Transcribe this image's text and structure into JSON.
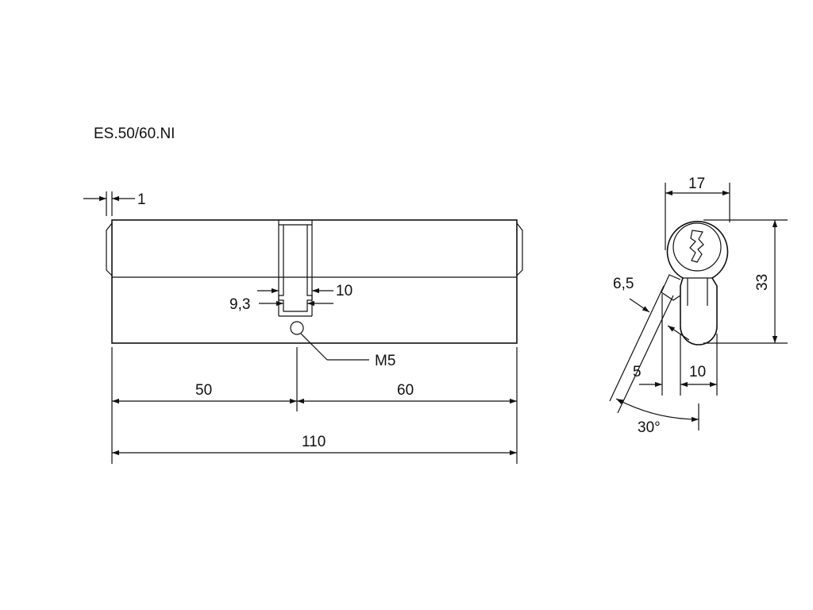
{
  "drawing": {
    "title": "ES.50/60.NI",
    "front_view": {
      "dim_flange": "1",
      "dim_inner": "10",
      "dim_outer": "9,3",
      "screw": "M5",
      "dim_left": "50",
      "dim_right": "60",
      "dim_total": "110"
    },
    "side_view": {
      "dim_width": "17",
      "dim_height": "33",
      "dim_cam": "6,5",
      "dim_offset": "5",
      "dim_bottom": "10",
      "dim_angle": "30°"
    }
  }
}
